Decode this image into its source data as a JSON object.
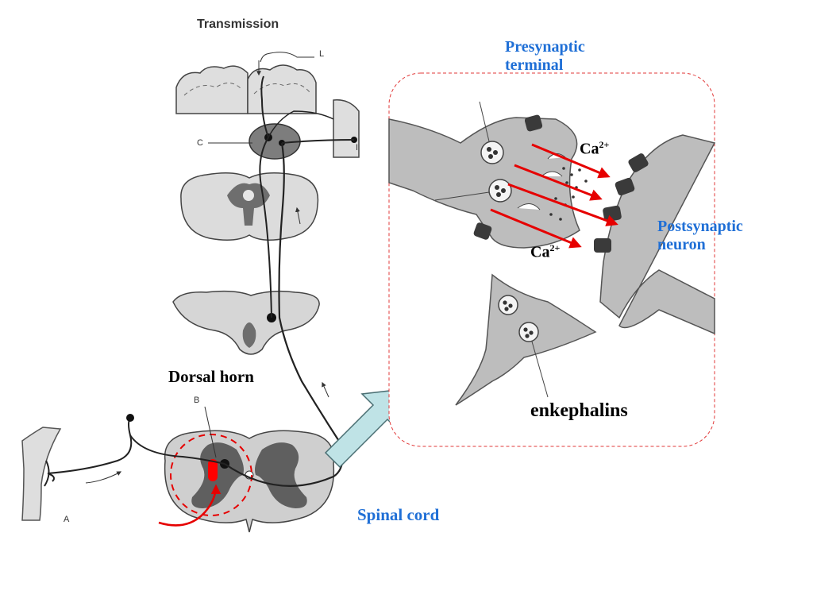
{
  "diagram": {
    "transmission_label": "Transmission",
    "letters": {
      "L": "L",
      "C": "C",
      "I": "I",
      "B": "B",
      "A": "A"
    },
    "presynaptic_label": "Presynaptic\nterminal",
    "presynaptic_line1": "Presynaptic",
    "presynaptic_line2": "terminal",
    "ca_base": "Ca",
    "ca_sup": "2+",
    "postsynaptic_line1": "Postsynaptic",
    "postsynaptic_line2": "neuron",
    "enkephalins_label": "enkephalins",
    "dorsal_horn_label": "Dorsal horn",
    "spinal_cord_label": "Spinal cord",
    "colors": {
      "label_blue": "#1f6fd6",
      "arrow_red": "#e60000",
      "callout_border": "#e23a3a",
      "big_arrow_fill": "#bfe3e6",
      "tissue_gray": "#bdbdbd",
      "dark_gray": "#6a6a6a"
    }
  }
}
